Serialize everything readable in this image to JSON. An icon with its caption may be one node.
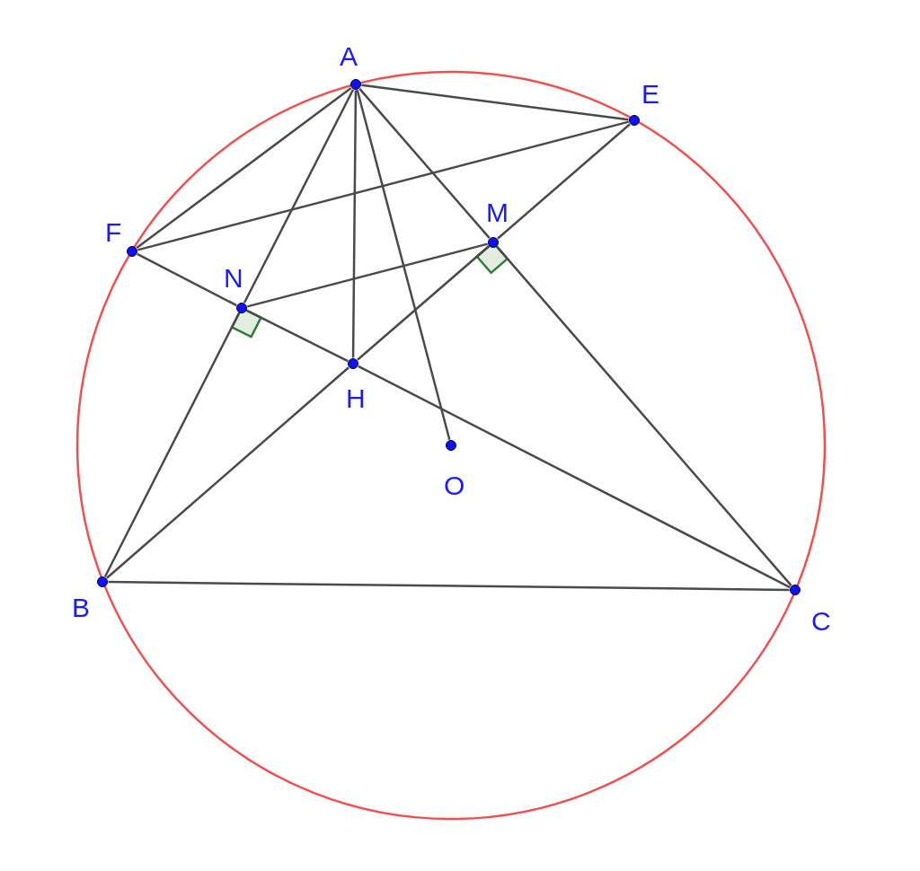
{
  "diagram": {
    "nodes": [
      {
        "text": [
          "A"
        ]
      },
      {
        "text": [
          "E"
        ]
      },
      {
        "text": [
          "F"
        ]
      },
      {
        "text": [
          "M"
        ]
      },
      {
        "text": [
          "N"
        ]
      },
      {
        "text": [
          "H"
        ]
      },
      {
        "text": [
          "O"
        ]
      },
      {
        "text": [
          "B"
        ]
      },
      {
        "text": [
          "C"
        ]
      }
    ],
    "edges": [
      {
        "from": 0,
        "to": 1,
        "arrow": "none"
      },
      {
        "from": 0,
        "to": 2,
        "arrow": "none"
      },
      {
        "from": 0,
        "to": 4,
        "arrow": "none"
      },
      {
        "from": 4,
        "to": 7,
        "arrow": "none"
      },
      {
        "from": 0,
        "to": 5,
        "arrow": "none"
      },
      {
        "from": 0,
        "to": 6,
        "arrow": "none"
      },
      {
        "from": 0,
        "to": 3,
        "arrow": "none"
      },
      {
        "from": 3,
        "to": 8,
        "arrow": "none"
      },
      {
        "from": 2,
        "to": 1,
        "arrow": "none"
      },
      {
        "from": 2,
        "to": 4,
        "arrow": "none"
      },
      {
        "from": 4,
        "to": 5,
        "arrow": "none"
      },
      {
        "from": 5,
        "to": 8,
        "arrow": "none"
      },
      {
        "from": 1,
        "to": 3,
        "arrow": "none"
      },
      {
        "from": 3,
        "to": 5,
        "arrow": "none"
      },
      {
        "from": 5,
        "to": 7,
        "arrow": "none"
      },
      {
        "from": 4,
        "to": 3,
        "arrow": "none"
      },
      {
        "from": 7,
        "to": 8,
        "arrow": "none"
      }
    ]
  }
}
